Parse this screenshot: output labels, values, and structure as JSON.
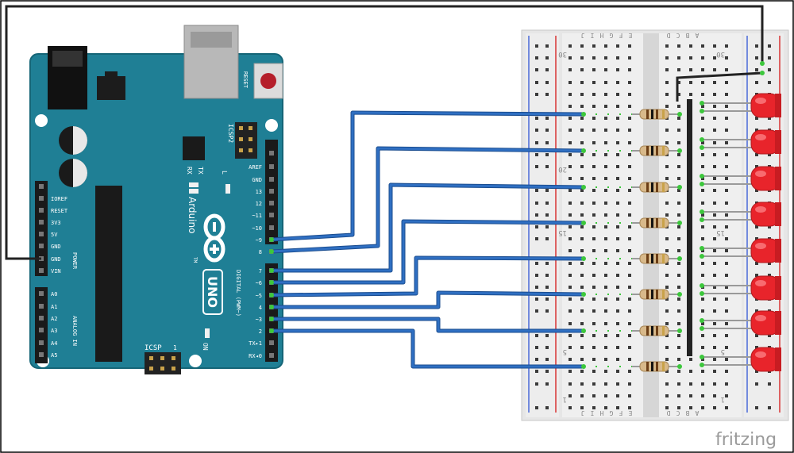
{
  "watermark": "fritzing",
  "arduino": {
    "reset_label": "RESET",
    "icsp2_label": "ICSP2",
    "icsp_label": "ICSP",
    "icsp_pin1": "1",
    "tx_label": "TX",
    "rx_label": "RX",
    "l_label": "L",
    "on_label": "ON",
    "brand": "Arduino",
    "trademark": "TM",
    "model": "UNO",
    "power_header_title": "POWER",
    "analog_header_title": "ANALOG IN",
    "digital_header_title": "DIGITAL (PWM~)",
    "power_pins": [
      "IOREF",
      "RESET",
      "3V3",
      "5V",
      "GND",
      "GND",
      "VIN"
    ],
    "analog_pins": [
      "A0",
      "A1",
      "A2",
      "A3",
      "A4",
      "A5"
    ],
    "digital_pins_top": [
      "AREF",
      "GND",
      "13",
      "12",
      "~11",
      "~10",
      "~9",
      "8"
    ],
    "digital_pins_bottom": [
      "7",
      "~6",
      "~5",
      "4",
      "~3",
      "2",
      "TX▸1",
      "RX◂0"
    ]
  },
  "breadboard": {
    "top_column_letters": [
      "J",
      "I",
      "H",
      "G",
      "F",
      "E",
      "D",
      "C",
      "B",
      "A"
    ],
    "bottom_column_letters": [
      "J",
      "I",
      "H",
      "G",
      "F",
      "E",
      "D",
      "C",
      "B",
      "A"
    ],
    "row_numbers_left": [
      "30",
      "20",
      "15",
      "5",
      "1"
    ],
    "row_numbers_right": [
      "30",
      "15",
      "5",
      "1"
    ]
  },
  "components": {
    "resistor_count": 8,
    "led_count": 8,
    "led_color": "#e8242b",
    "wire_color": "#2f6fc2",
    "board_color": "#1f7f95",
    "ground_wire_color": "#222222"
  },
  "connections": {
    "arduino_pins_used": [
      "~9",
      "8",
      "7",
      "~6",
      "~5",
      "4",
      "~3",
      "2"
    ],
    "ground_pin": "GND"
  }
}
